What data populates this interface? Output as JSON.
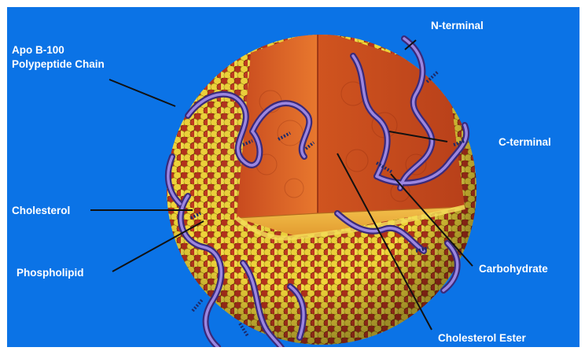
{
  "diagram": {
    "colors": {
      "background": "#0b73e6",
      "phospholipid_red": "#b5311c",
      "phospholipid_yellow": "#f0d43a",
      "core_orange": "#e06a2a",
      "protein_purple": "#6f5bb4",
      "label_text": "#ffffff"
    },
    "labels": {
      "apo_line1": "Apo B-100",
      "apo_line2": "Polypeptide Chain",
      "n_terminal": "N-terminal",
      "c_terminal": "C-terminal",
      "cholesterol": "Cholesterol",
      "phospholipid": "Phospholipid",
      "carbohydrate": "Carbohydrate",
      "cholesterol_ester": "Cholesterol Ester"
    }
  }
}
